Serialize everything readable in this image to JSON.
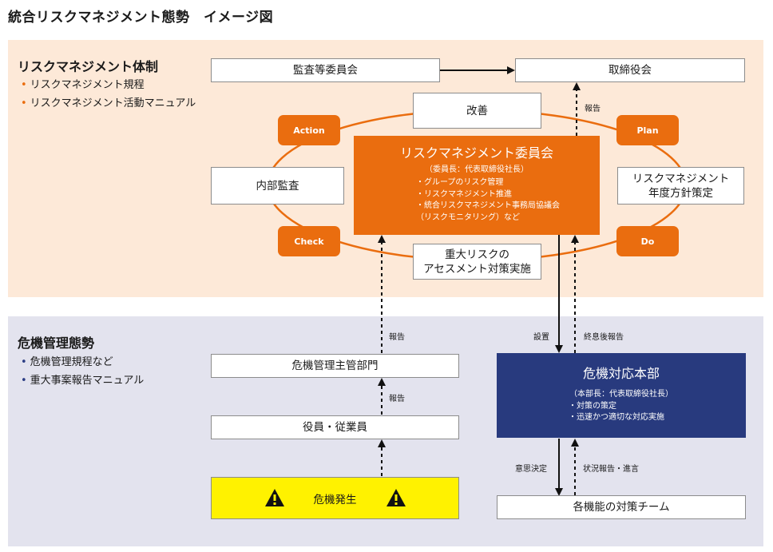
{
  "title": "統合リスクマネジメント態勢　イメージ図",
  "risk_section": {
    "heading": "リスクマネジメント体制",
    "items": [
      "リスクマネジメント規程",
      "リスクマネジメント活動マニュアル"
    ],
    "audit_committee": "監査等委員会",
    "board": "取締役会",
    "improvement": "改善",
    "internal_audit": "内部監査",
    "annual_policy_line1": "リスクマネジメント",
    "annual_policy_line2": "年度方針策定",
    "assessment_line1": "重大リスクの",
    "assessment_line2": "アセスメント対策実施",
    "pdca": {
      "action": "Action",
      "plan": "Plan",
      "check": "Check",
      "do": "Do"
    },
    "committee": {
      "name": "リスクマネジメント委員会",
      "chair": "（委員長：代表取締役社長）",
      "duties": [
        "・グループのリスク管理",
        "・リスクマネジメント推進",
        "・統合リスクマネジメント事務局協議会",
        "（リスクモニタリング）など"
      ]
    },
    "report_label": "報告"
  },
  "crisis_section": {
    "heading": "危機管理態勢",
    "items": [
      "危機管理規程など",
      "重大事案報告マニュアル"
    ],
    "crisis_dept": "危機管理主管部門",
    "officers": "役員・従業員",
    "occurrence": "危機発生",
    "hq": {
      "name": "危機対応本部",
      "chief": "（本部長：代表取締役社長）",
      "duties": [
        "・対策の策定",
        "・迅速かつ適切な対応実施"
      ]
    },
    "team": "各機能の対策チーム",
    "labels": {
      "report_upper": "報告",
      "report_lower": "報告",
      "establish": "設置",
      "post_report": "終息後報告",
      "decision": "意思決定",
      "status_report": "状況報告・進言"
    }
  },
  "colors": {
    "orange": "#ea6d0f",
    "navy": "#283a7e",
    "yellow": "#fff200",
    "peach": "#fde9d8",
    "lavender": "#e3e3ee"
  },
  "icons": [
    "warning-icon",
    "warning-icon"
  ]
}
